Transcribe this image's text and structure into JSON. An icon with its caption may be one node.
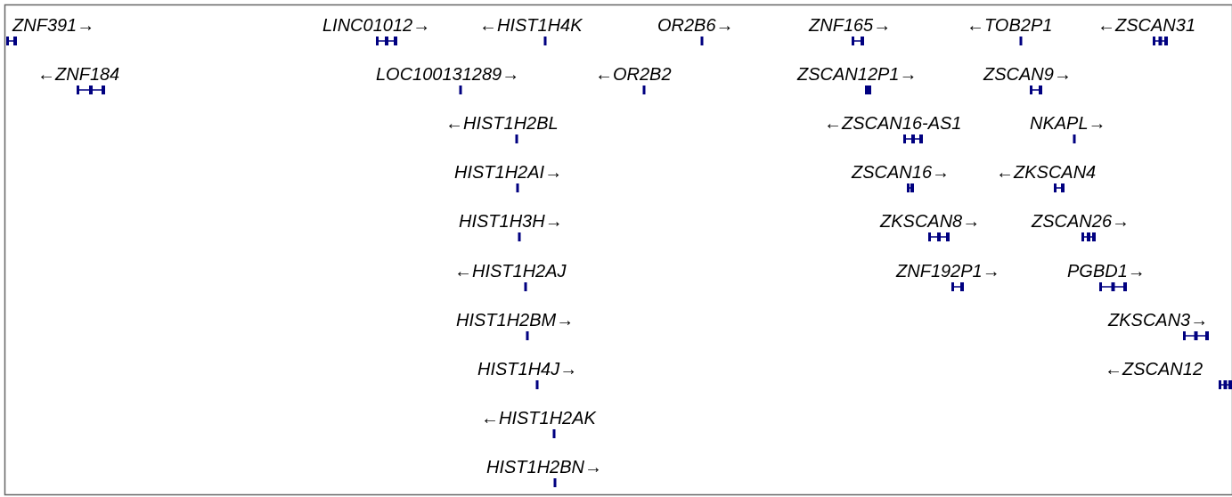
{
  "diagram": {
    "labels": [
      "ZNF391→",
      "LINC01012→",
      "←HIST1H4K",
      "OR2B6→",
      "ZNF165→",
      "←TOB2P1",
      "←ZSCAN31",
      "←ZNF184",
      "LOC100131289→",
      "←OR2B2",
      "ZSCAN12P1→",
      "ZSCAN9→",
      "←HIST1H2BL",
      "←ZSCAN16-AS1",
      "NKAPL→",
      "HIST1H2AI→",
      "ZSCAN16→",
      "←ZKSCAN4",
      "HIST1H3H→",
      "ZKSCAN8→",
      "ZSCAN26→",
      "←HIST1H2AJ",
      "ZNF192P1→",
      "PGBD1→",
      "HIST1H2BM→",
      "ZKSCAN3→",
      "HIST1H4J→",
      "←ZSCAN12",
      "←HIST1H2AK",
      "HIST1H2BN→"
    ]
  }
}
